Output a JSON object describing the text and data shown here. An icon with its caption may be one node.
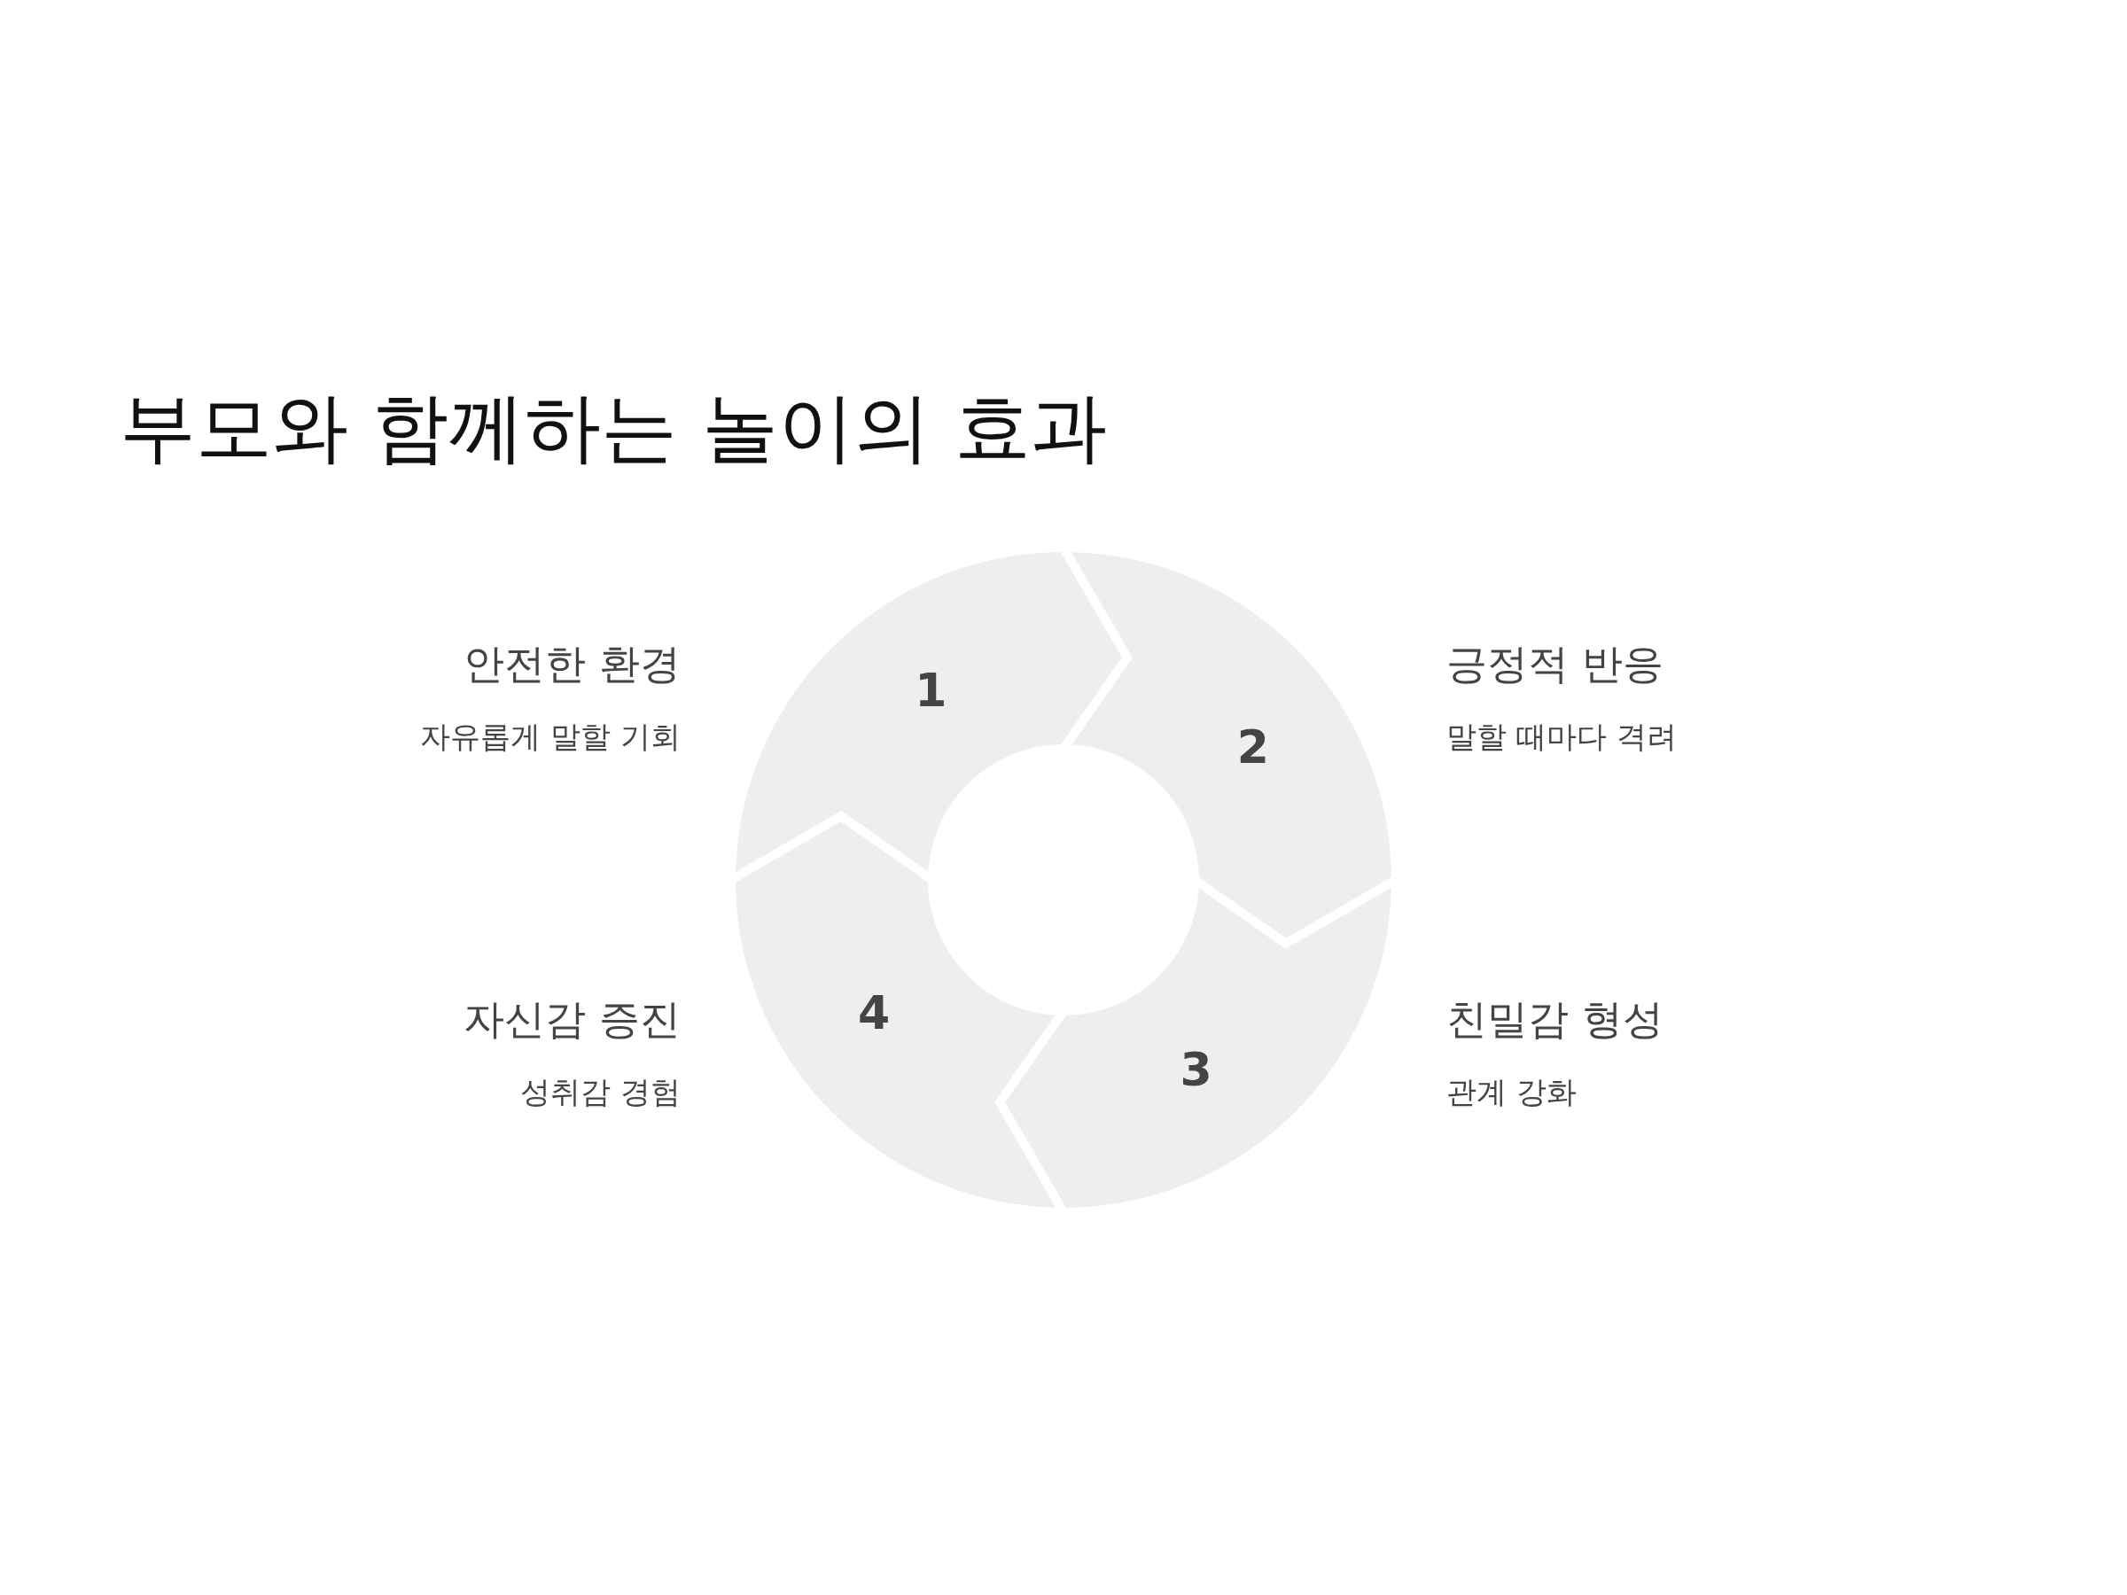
{
  "diagram": {
    "title": "부모와 함께하는 놀이의 효과",
    "nodes": [
      {
        "text": [
          "1"
        ],
        "beside": [
          "안전한 환경",
          "자유롭게 말할 기회"
        ]
      },
      {
        "text": [
          "2"
        ],
        "beside": [
          "긍정적 반응",
          "말할 때마다 격려"
        ]
      },
      {
        "text": [
          "3"
        ],
        "beside": [
          "친밀감 형성",
          "관계 강화"
        ]
      },
      {
        "text": [
          "4"
        ],
        "beside": [
          "자신감 증진",
          "성취감 경험"
        ]
      }
    ]
  }
}
